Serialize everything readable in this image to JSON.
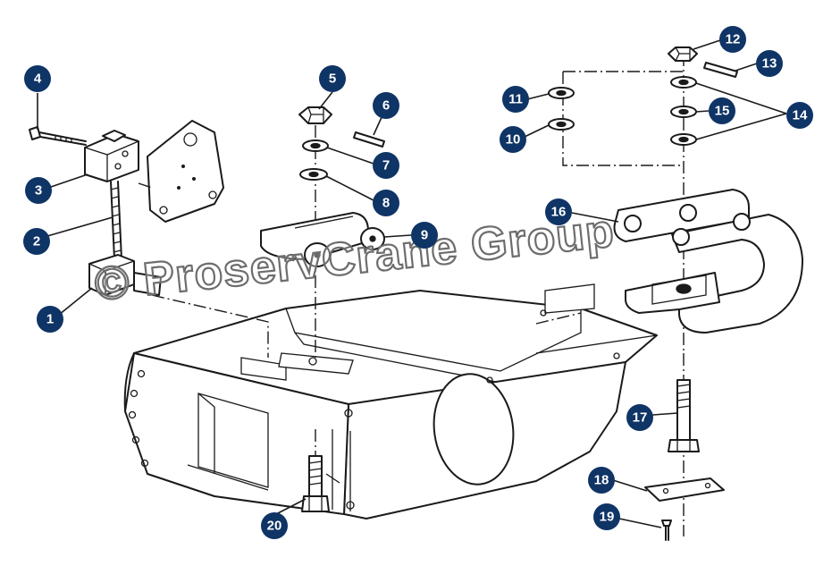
{
  "watermark": "© ProservCrane Group",
  "badge_color": "#0f3466",
  "badge_text_color": "#ffffff",
  "callouts": [
    {
      "id": "1"
    },
    {
      "id": "2"
    },
    {
      "id": "3"
    },
    {
      "id": "4"
    },
    {
      "id": "5"
    },
    {
      "id": "6"
    },
    {
      "id": "7"
    },
    {
      "id": "8"
    },
    {
      "id": "9"
    },
    {
      "id": "10"
    },
    {
      "id": "11"
    },
    {
      "id": "12"
    },
    {
      "id": "13"
    },
    {
      "id": "14"
    },
    {
      "id": "15"
    },
    {
      "id": "16"
    },
    {
      "id": "17"
    },
    {
      "id": "18"
    },
    {
      "id": "19"
    },
    {
      "id": "20"
    }
  ]
}
